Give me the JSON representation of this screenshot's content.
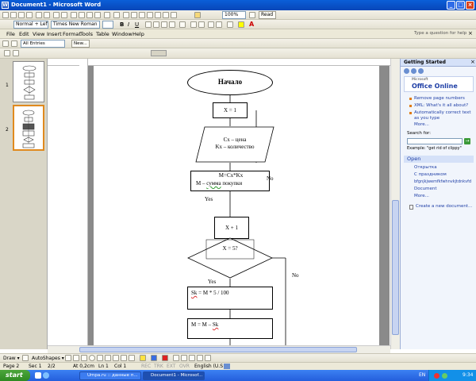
{
  "window": {
    "title": "Document1 - Microsoft Word"
  },
  "toolbar_standard": {
    "zoom": "100%",
    "read_label": "Read"
  },
  "toolbar_formatting": {
    "style": "Normal + Left:",
    "font": "Times New Roman",
    "bold": "B",
    "italic": "I",
    "underline": "U"
  },
  "menu": {
    "items": [
      "File",
      "Edit",
      "View",
      "Insert",
      "Format",
      "Tools",
      "Table",
      "Window",
      "Help"
    ],
    "help_placeholder": "Type a question for help"
  },
  "toolbar_extra": {
    "entries": "All Entries",
    "new": "New..."
  },
  "thumbs": {
    "page1": "1",
    "page2": "2"
  },
  "flowchart": {
    "start": "Начало",
    "init": "X = 1",
    "input_line1": "Cx – цена",
    "input_line2": "Kx – количество",
    "calc_line1": "M=Cx*Kx",
    "calc_line2_prefix": "M – ",
    "calc_line2_underlined": "сумма",
    "calc_line2_suffix": " покупки",
    "increment": "X + 1",
    "condition": "X = 5?",
    "yes1": "Yes",
    "no1": "No",
    "yes2": "Yes",
    "no2": "No",
    "discount_underlined": "Sk",
    "discount_rest": " = M * 5 / 100",
    "total_prefix": "M = M – ",
    "total_underlined": "Sk"
  },
  "taskpane": {
    "title": "Getting Started",
    "brand_small": "Microsoft",
    "brand": "Office Online",
    "links": [
      "Remove page numbers",
      "XML: What's it all about?",
      "Automatically correct text as you type"
    ],
    "more1": "More...",
    "search_label": "Search for:",
    "example": "Example: \"get rid of clippy\"",
    "open_header": "Open",
    "files": [
      "Открытка",
      "С праздником",
      "bfgnjkjwemfkfwhnvkjtdnkvfd",
      "Document"
    ],
    "more2": "More...",
    "create": "Create a new document..."
  },
  "drawbar": {
    "draw": "Draw ▾",
    "autoshapes": "AutoShapes ▾"
  },
  "status": {
    "page": "Page 2",
    "sec": "Sec 1",
    "pos": "2/2",
    "at": "At 0,2cm",
    "ln": "Ln 1",
    "col": "Col 1",
    "rec": "REC",
    "trk": "TRK",
    "ext": "EXT",
    "ovr": "OVR",
    "lang": "English (U.S"
  },
  "taskbar": {
    "start": "start",
    "tasks": [
      "Umpa.ru :: данные п...",
      "Document1 - Microsof..."
    ],
    "lang": "EN",
    "time": "9:34"
  },
  "colors": {
    "titlebar": "#0a5fd8",
    "taskbar": "#245edc",
    "start": "#3a9b2c",
    "link": "#1f3fa6"
  }
}
